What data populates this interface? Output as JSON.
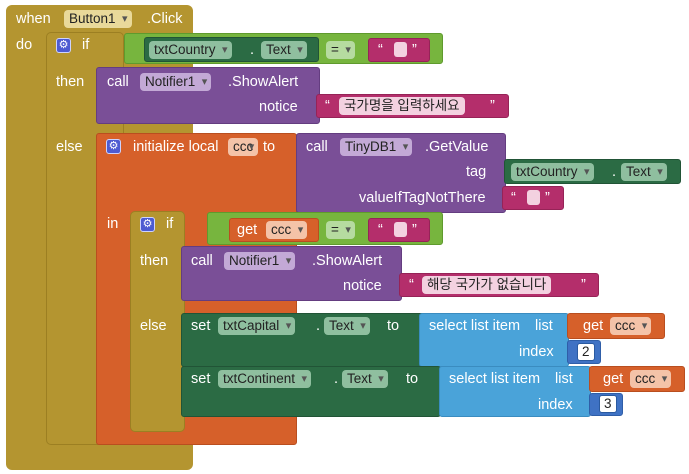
{
  "event": {
    "when": "when",
    "component": "Button1",
    "event_name": ".Click",
    "do": "do"
  },
  "if1": {
    "if": "if",
    "then": "then",
    "else": "else",
    "cond": {
      "component": "txtCountry",
      "dot": ".",
      "property": "Text",
      "op": "=",
      "open_q": "“",
      "close_q": "”"
    },
    "then_call": {
      "call": "call",
      "component": "Notifier1",
      "method": ".ShowAlert",
      "notice": "notice",
      "message": "국가명을 입력하세요"
    }
  },
  "local": {
    "init": "initialize local",
    "var": "ccc",
    "to": "to",
    "in": "in",
    "call": "call",
    "component": "TinyDB1",
    "method": ".GetValue",
    "tag": "tag",
    "tag_component": "txtCountry",
    "tag_dot": ".",
    "tag_property": "Text",
    "default_label": "valueIfTagNotThere",
    "open_q": "“",
    "close_q": "”"
  },
  "if2": {
    "if": "if",
    "then": "then",
    "else": "else",
    "cond": {
      "get": "get",
      "var": "ccc",
      "op": "=",
      "open_q": "“",
      "close_q": "”"
    },
    "then_call": {
      "call": "call",
      "component": "Notifier1",
      "method": ".ShowAlert",
      "notice": "notice",
      "message": "해당 국가가 없습니다"
    },
    "set1": {
      "set": "set",
      "component": "txtCapital",
      "dot": ".",
      "property": "Text",
      "to": "to",
      "select": "select list item",
      "list": "list",
      "get": "get",
      "var": "ccc",
      "index_label": "index",
      "index": "2"
    },
    "set2": {
      "set": "set",
      "component": "txtContinent",
      "dot": ".",
      "property": "Text",
      "to": "to",
      "select": "select list item",
      "list": "list",
      "get": "get",
      "var": "ccc",
      "index_label": "index",
      "index": "3"
    }
  },
  "colors": {
    "event": "#b49530",
    "control": "#b49530",
    "local_var": "#d6602a",
    "procedure_call": "#7a4f97",
    "component_set": "#2b6b44",
    "list": "#4aa3d9",
    "logic": "#77b53e",
    "text": "#b42e6b",
    "math": "#3f72c4"
  }
}
